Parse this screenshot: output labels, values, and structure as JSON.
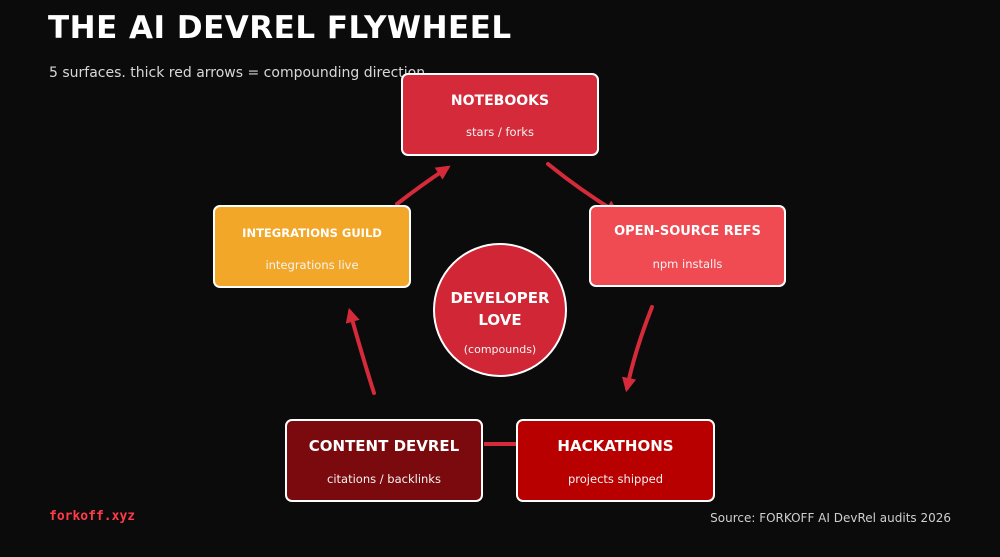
{
  "title": "THE AI DEVREL FLYWHEEL",
  "subtitle": "5 surfaces. thick red arrows = compounding direction",
  "nodes": {
    "notebooks": {
      "label": "NOTEBOOKS",
      "metric": "stars / forks",
      "color": "#d42a3a"
    },
    "open_source_refs": {
      "label": "OPEN-SOURCE REFS",
      "metric": "npm installs",
      "color": "#f04a52"
    },
    "hackathons": {
      "label": "HACKATHONS",
      "metric": "projects shipped",
      "color": "#b80000"
    },
    "content_devrel": {
      "label": "CONTENT DEVREL",
      "metric": "citations / backlinks",
      "color": "#7a0a0e"
    },
    "integrations_guild": {
      "label": "INTEGRATIONS GUILD",
      "metric": "integrations live",
      "color": "#f2a728"
    }
  },
  "hub": {
    "line1": "DEVELOPER",
    "line2": "LOVE",
    "sub": "(compounds)",
    "color": "#d02636"
  },
  "arrow_color": "#d42a3a",
  "footer": {
    "brand": "forkoff.xyz",
    "source": "Source: FORKOFF AI DevRel audits 2026"
  }
}
